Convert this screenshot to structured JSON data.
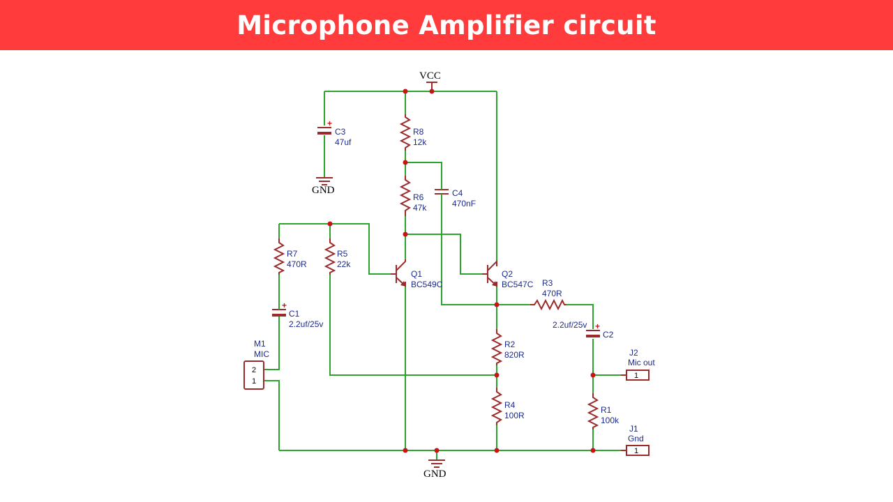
{
  "title": "Microphone Amplifier circuit",
  "colors": {
    "banner": "#ff3b3b",
    "wire": "#2aa52a",
    "component": "#9c2a2a",
    "label": "#1a2a8a",
    "junction": "#c81414"
  },
  "nets": {
    "vcc": "VCC",
    "gnd_top": "GND",
    "gnd_bottom": "GND"
  },
  "components": {
    "c3": {
      "ref": "C3",
      "value": "47uf"
    },
    "r8": {
      "ref": "R8",
      "value": "12k"
    },
    "r6": {
      "ref": "R6",
      "value": "47k"
    },
    "c4": {
      "ref": "C4",
      "value": "470nF"
    },
    "r7": {
      "ref": "R7",
      "value": "470R"
    },
    "r5": {
      "ref": "R5",
      "value": "22k"
    },
    "q1": {
      "ref": "Q1",
      "value": "BC549C"
    },
    "q2": {
      "ref": "Q2",
      "value": "BC547C"
    },
    "r3": {
      "ref": "R3",
      "value": "470R"
    },
    "c1": {
      "ref": "C1",
      "value": "2.2uf/25v"
    },
    "c2": {
      "ref": "C2",
      "value": "2.2uf/25v"
    },
    "m1": {
      "ref": "M1",
      "value": "MIC",
      "pin_top": "2",
      "pin_bottom": "1"
    },
    "r2": {
      "ref": "R2",
      "value": "820R"
    },
    "r4": {
      "ref": "R4",
      "value": "100R"
    },
    "r1": {
      "ref": "R1",
      "value": "100k"
    },
    "j2": {
      "ref": "J2",
      "value": "Mic out",
      "pin": "1"
    },
    "j1": {
      "ref": "J1",
      "value": "Gnd",
      "pin": "1"
    }
  },
  "polarity": {
    "plus": "+"
  }
}
